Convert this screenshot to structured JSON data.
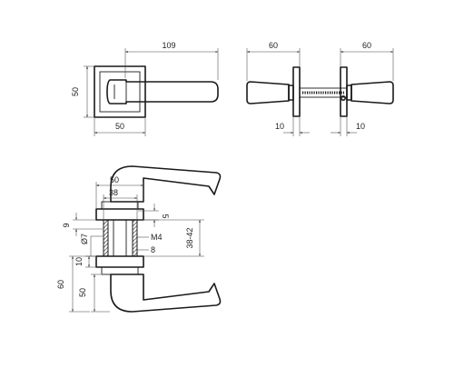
{
  "colors": {
    "ink": "#1a1a1a",
    "dimension": "#444444",
    "background": "#ffffff"
  },
  "top_left_view": {
    "width": "109",
    "height": "50",
    "rose": "50"
  },
  "top_right_view": {
    "left_width": "60",
    "right_width": "60",
    "left_offset": "10",
    "right_offset": "10"
  },
  "bottom_view": {
    "rose_width": "50",
    "inner_width": "38",
    "rose_thickness": "9",
    "spindle_diameter": "Ø7",
    "screw_thread": "M4",
    "screw_length": "8",
    "gap": "5",
    "door_thickness": "38-42",
    "bottom_offset": "10",
    "lever_height": "60",
    "lever_rose_height": "50"
  }
}
